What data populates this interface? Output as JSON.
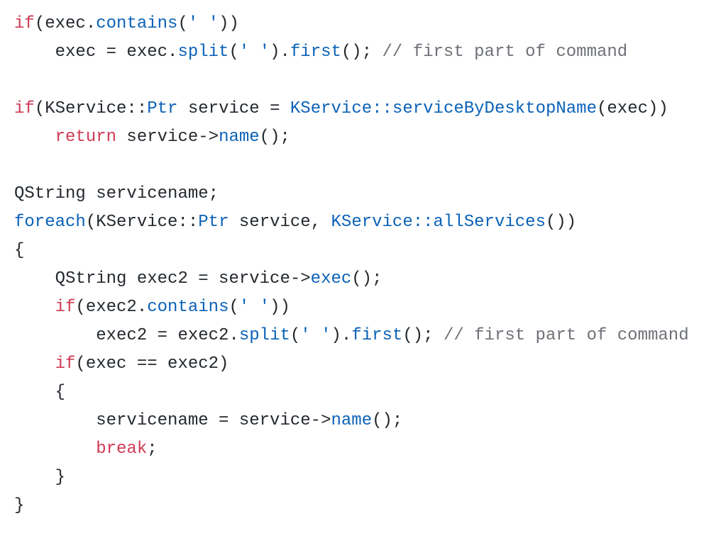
{
  "colors": {
    "plain": "#24292e",
    "keyword": "#cf3b55",
    "function": "#0b62b8",
    "comment": "#6e7177",
    "background": "#ffffff"
  },
  "code": {
    "language": "C++",
    "lines": [
      [
        {
          "text": "if",
          "kind": "keyword"
        },
        {
          "text": "(exec.",
          "kind": "plain"
        },
        {
          "text": "contains",
          "kind": "function"
        },
        {
          "text": "(",
          "kind": "plain"
        },
        {
          "text": "' '",
          "kind": "function"
        },
        {
          "text": "))",
          "kind": "plain"
        }
      ],
      [
        {
          "text": "    exec = exec.",
          "kind": "plain"
        },
        {
          "text": "split",
          "kind": "function"
        },
        {
          "text": "(",
          "kind": "plain"
        },
        {
          "text": "' '",
          "kind": "function"
        },
        {
          "text": ").",
          "kind": "plain"
        },
        {
          "text": "first",
          "kind": "function"
        },
        {
          "text": "(); ",
          "kind": "plain"
        },
        {
          "text": "// first part of command",
          "kind": "comment"
        }
      ],
      [],
      [
        {
          "text": "if",
          "kind": "keyword"
        },
        {
          "text": "(KService::",
          "kind": "plain"
        },
        {
          "text": "Ptr",
          "kind": "function"
        },
        {
          "text": " service = ",
          "kind": "plain"
        },
        {
          "text": "KService::serviceByDesktopName",
          "kind": "function"
        },
        {
          "text": "(exec))",
          "kind": "plain"
        }
      ],
      [
        {
          "text": "    ",
          "kind": "plain"
        },
        {
          "text": "return",
          "kind": "keyword"
        },
        {
          "text": " service->",
          "kind": "plain"
        },
        {
          "text": "name",
          "kind": "function"
        },
        {
          "text": "();",
          "kind": "plain"
        }
      ],
      [],
      [
        {
          "text": "QString servicename;",
          "kind": "plain"
        }
      ],
      [
        {
          "text": "foreach",
          "kind": "function"
        },
        {
          "text": "(KService::",
          "kind": "plain"
        },
        {
          "text": "Ptr",
          "kind": "function"
        },
        {
          "text": " service, ",
          "kind": "plain"
        },
        {
          "text": "KService::allServices",
          "kind": "function"
        },
        {
          "text": "())",
          "kind": "plain"
        }
      ],
      [
        {
          "text": "{",
          "kind": "plain"
        }
      ],
      [
        {
          "text": "    QString exec2 = service->",
          "kind": "plain"
        },
        {
          "text": "exec",
          "kind": "function"
        },
        {
          "text": "();",
          "kind": "plain"
        }
      ],
      [
        {
          "text": "    ",
          "kind": "plain"
        },
        {
          "text": "if",
          "kind": "keyword"
        },
        {
          "text": "(exec2.",
          "kind": "plain"
        },
        {
          "text": "contains",
          "kind": "function"
        },
        {
          "text": "(",
          "kind": "plain"
        },
        {
          "text": "' '",
          "kind": "function"
        },
        {
          "text": "))",
          "kind": "plain"
        }
      ],
      [
        {
          "text": "        exec2 = exec2.",
          "kind": "plain"
        },
        {
          "text": "split",
          "kind": "function"
        },
        {
          "text": "(",
          "kind": "plain"
        },
        {
          "text": "' '",
          "kind": "function"
        },
        {
          "text": ").",
          "kind": "plain"
        },
        {
          "text": "first",
          "kind": "function"
        },
        {
          "text": "(); ",
          "kind": "plain"
        },
        {
          "text": "// first part of command",
          "kind": "comment"
        }
      ],
      [
        {
          "text": "    ",
          "kind": "plain"
        },
        {
          "text": "if",
          "kind": "keyword"
        },
        {
          "text": "(exec == exec2)",
          "kind": "plain"
        }
      ],
      [
        {
          "text": "    {",
          "kind": "plain"
        }
      ],
      [
        {
          "text": "        servicename = service->",
          "kind": "plain"
        },
        {
          "text": "name",
          "kind": "function"
        },
        {
          "text": "();",
          "kind": "plain"
        }
      ],
      [
        {
          "text": "        ",
          "kind": "plain"
        },
        {
          "text": "break",
          "kind": "keyword"
        },
        {
          "text": ";",
          "kind": "plain"
        }
      ],
      [
        {
          "text": "    }",
          "kind": "plain"
        }
      ],
      [
        {
          "text": "}",
          "kind": "plain"
        }
      ]
    ]
  }
}
